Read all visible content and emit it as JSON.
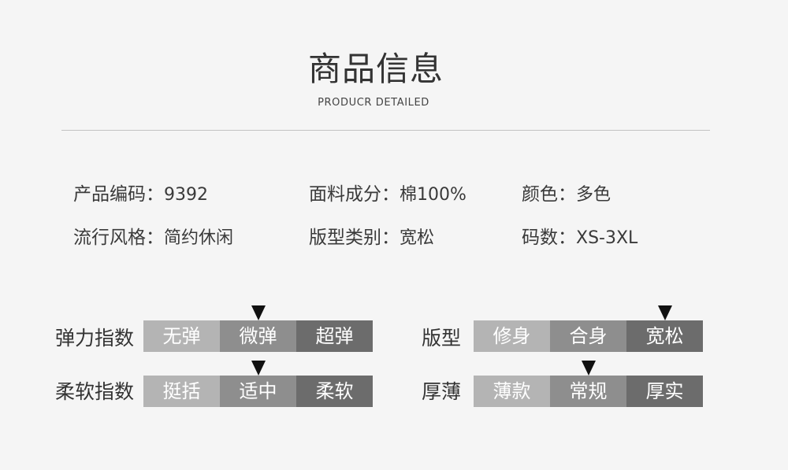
{
  "header": {
    "title": "商品信息",
    "subtitle": "PRODUCR DETAILED"
  },
  "specs": {
    "product_code": {
      "label": "产品编码：",
      "value": "9392"
    },
    "fabric": {
      "label": "面料成分：",
      "value": "棉100%"
    },
    "color": {
      "label": "颜色：",
      "value": "多色"
    },
    "style": {
      "label": "流行风格：",
      "value": "简约休闲"
    },
    "fit_type": {
      "label": "版型类别：",
      "value": "宽松"
    },
    "size": {
      "label": "码数：",
      "value": "XS-3XL"
    }
  },
  "scales": [
    {
      "label": "弹力指数",
      "options": [
        "无弹",
        "微弹",
        "超弹"
      ],
      "selected": 1
    },
    {
      "label": "柔软指数",
      "options": [
        "挺括",
        "适中",
        "柔软"
      ],
      "selected": 1
    },
    {
      "label": "版型",
      "options": [
        "修身",
        "合身",
        "宽松"
      ],
      "selected": 2
    },
    {
      "label": "厚薄",
      "options": [
        "薄款",
        "常规",
        "厚实"
      ],
      "selected": 1
    }
  ],
  "icons": {
    "selection_marker": "down-triangle-icon"
  },
  "theme": {
    "background": "#f5f5f5",
    "text_color": "#333333",
    "divider_color": "#c2c2c2",
    "scale_colors": [
      "#b4b4b4",
      "#8e8e8e",
      "#6c6c6c"
    ],
    "marker_color": "#111111"
  }
}
